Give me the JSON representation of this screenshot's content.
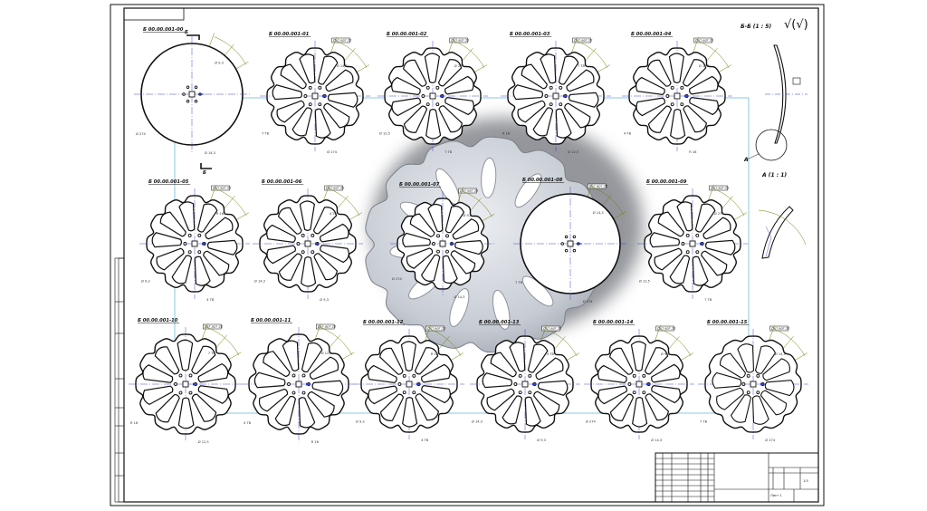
{
  "drawing": {
    "colors": {
      "line": "#111111",
      "dimension": "#6a7d00",
      "axis": "#2a39c8",
      "view_frame": "#57b3d8",
      "photo_light": "#dfe2e8",
      "photo_dark": "#6b707a"
    },
    "views": [
      {
        "id": "Б 00.00.001-00",
        "tag": "",
        "flat": true
      },
      {
        "id": "Б 00.00.001-01",
        "tag": "Дет.арт.22"
      },
      {
        "id": "Б 00.00.001-02",
        "tag": "Дет.арт.22"
      },
      {
        "id": "Б 00.00.001-03",
        "tag": "Дет.арт.22"
      },
      {
        "id": "Б 00.00.001-04",
        "tag": "Дет.арт.22"
      },
      {
        "id": "Б 00.00.001-05",
        "tag": "Дет.арт.22"
      },
      {
        "id": "Б 00.00.001-06",
        "tag": "Дет.арт.22"
      },
      {
        "id": "Б 00.00.001-07",
        "tag": "Дет.арт.22"
      },
      {
        "id": "Б 00.00.001-08",
        "tag": "Дет.арт.22",
        "flat": true
      },
      {
        "id": "Б 00.00.001-09",
        "tag": "Дет.арт.22"
      },
      {
        "id": "Б 00.00.001-10",
        "tag": "Дет.арт.22"
      },
      {
        "id": "Б 00.00.001-11",
        "tag": "Дет.арт.22"
      },
      {
        "id": "Б 00.00.001-12",
        "tag": "Дет.арт.22"
      },
      {
        "id": "Б 00.00.001-13",
        "tag": "Дет.арт.22"
      },
      {
        "id": "Б 00.00.001-14",
        "tag": "Дет.арт.22"
      },
      {
        "id": "Б 00.00.001-15",
        "tag": "Дет.арт.22",
        "rounded": true
      }
    ],
    "section_label": "Б-Б (1 : 5)",
    "detail_label": "A (1 : 1)",
    "cut_letter": "Б",
    "detail_letter": "A",
    "roughness": "√(√)",
    "dim_texts": [
      "Ø 9,3",
      "Ø 14,3",
      "Ø 274",
      "7 ТВ",
      "Ø 12,5",
      "R 16",
      "4 ТВ"
    ],
    "title_block": {
      "scale": "1:5",
      "mass": "",
      "sheet": "Лист 1"
    }
  }
}
